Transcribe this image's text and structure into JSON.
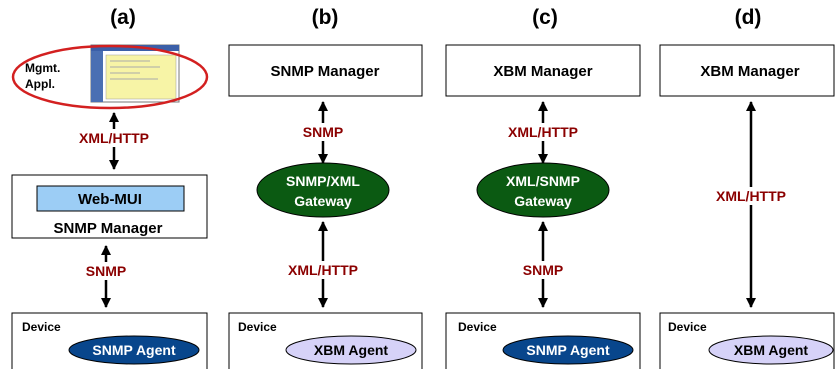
{
  "colors": {
    "protocol_text": "#8b0000",
    "dark_green": "#0b5a12",
    "dark_blue": "#08468c",
    "light_purple": "#d6d2f8",
    "light_blue": "#9ccdf5",
    "red_outline": "#d32020",
    "screenshot_yellow": "#f7f4a6"
  },
  "panels": [
    {
      "label": "(a)",
      "mgmt_app": {
        "label_line1": "Mgmt.",
        "label_line2": "Appl.",
        "icon": "screenshot-thumbnail"
      },
      "top_link": "XML/HTTP",
      "manager": {
        "inner": "Web-MUI",
        "label": "SNMP Manager"
      },
      "bottom_link": "SNMP",
      "device": {
        "label": "Device",
        "agent": "SNMP Agent"
      }
    },
    {
      "label": "(b)",
      "manager": "SNMP Manager",
      "top_link": "SNMP",
      "gateway": {
        "line1": "SNMP/XML",
        "line2": "Gateway"
      },
      "bottom_link": "XML/HTTP",
      "device": {
        "label": "Device",
        "agent": "XBM Agent"
      }
    },
    {
      "label": "(c)",
      "manager": "XBM Manager",
      "top_link": "XML/HTTP",
      "gateway": {
        "line1": "XML/SNMP",
        "line2": "Gateway"
      },
      "bottom_link": "SNMP",
      "device": {
        "label": "Device",
        "agent": "SNMP Agent"
      }
    },
    {
      "label": "(d)",
      "manager": "XBM Manager",
      "link": "XML/HTTP",
      "device": {
        "label": "Device",
        "agent": "XBM Agent"
      }
    }
  ]
}
